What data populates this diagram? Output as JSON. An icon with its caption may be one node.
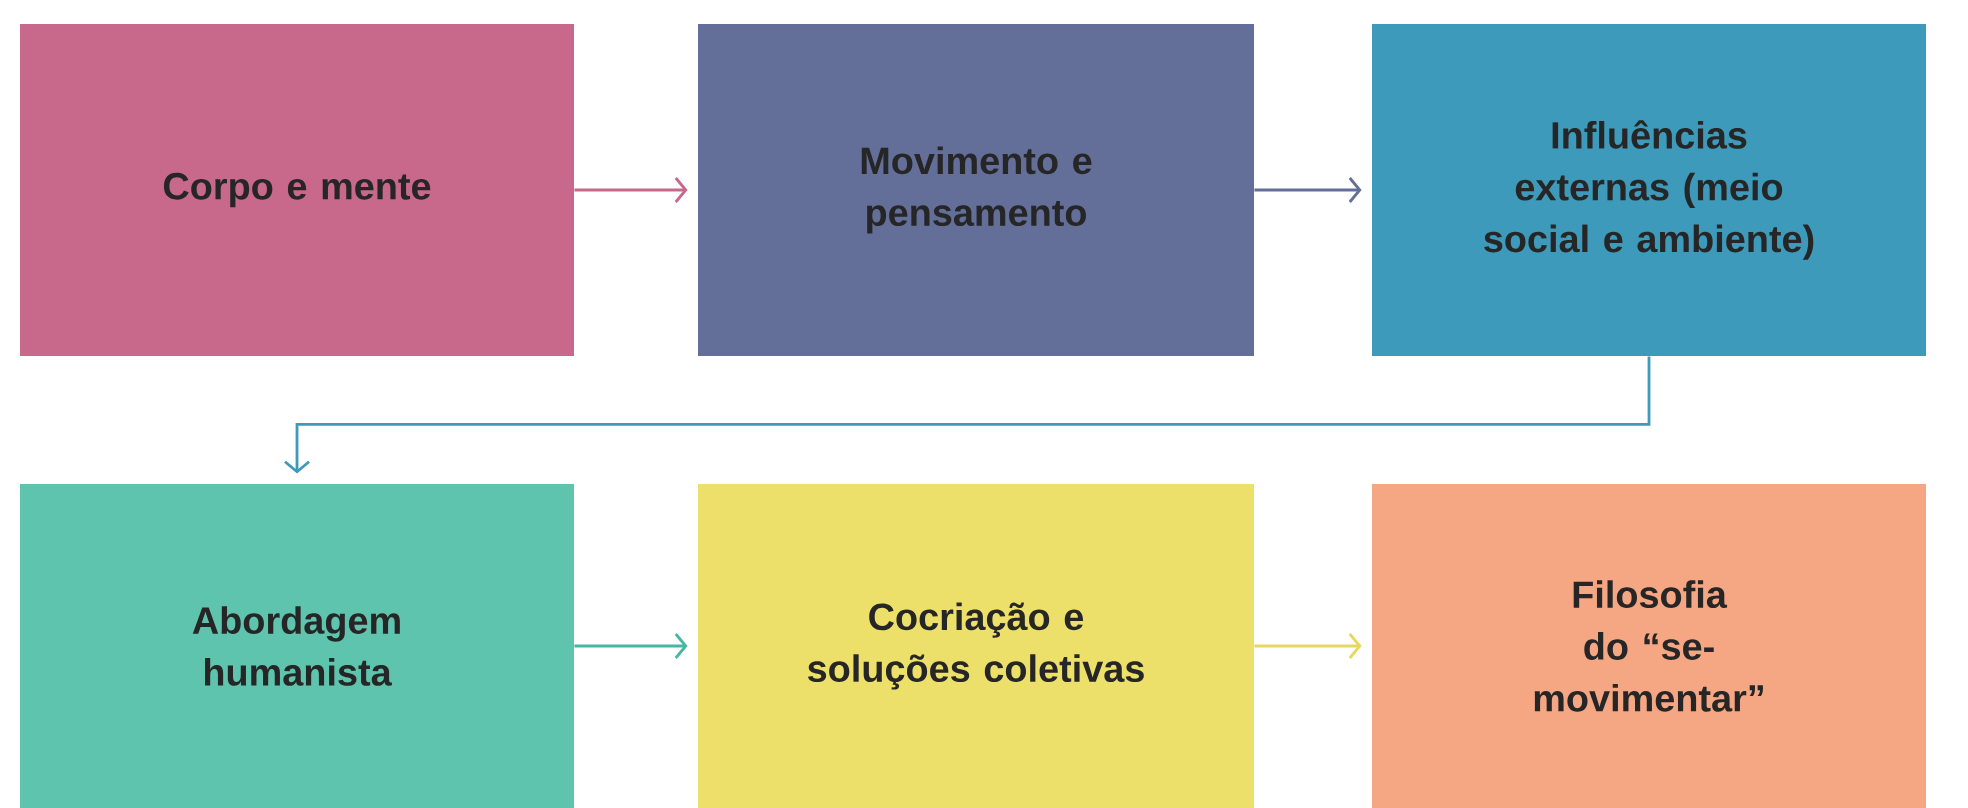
{
  "diagram": {
    "nodes": [
      {
        "text": [
          "Corpo e mente"
        ]
      },
      {
        "text": [
          "Movimento e pensamento"
        ]
      },
      {
        "text": [
          "Influências externas (meio social e ambiente)"
        ]
      },
      {
        "text": [
          "Abordagem humanista"
        ]
      },
      {
        "text": [
          "Cocriação e soluções coletivas"
        ]
      },
      {
        "text": [
          "Filosofia do “se-movimentar”"
        ]
      }
    ],
    "edges": [
      {
        "from": 0,
        "to": 1,
        "arrow": "to",
        "color": "#c8688a"
      },
      {
        "from": 1,
        "to": 2,
        "arrow": "to",
        "color": "#636e99"
      },
      {
        "from": 2,
        "to": 3,
        "arrow": "to",
        "color": "#3e9aba"
      },
      {
        "from": 3,
        "to": 4,
        "arrow": "to",
        "color": "#45b8a4"
      },
      {
        "from": 4,
        "to": 5,
        "arrow": "to",
        "color": "#e6d85c"
      }
    ]
  }
}
